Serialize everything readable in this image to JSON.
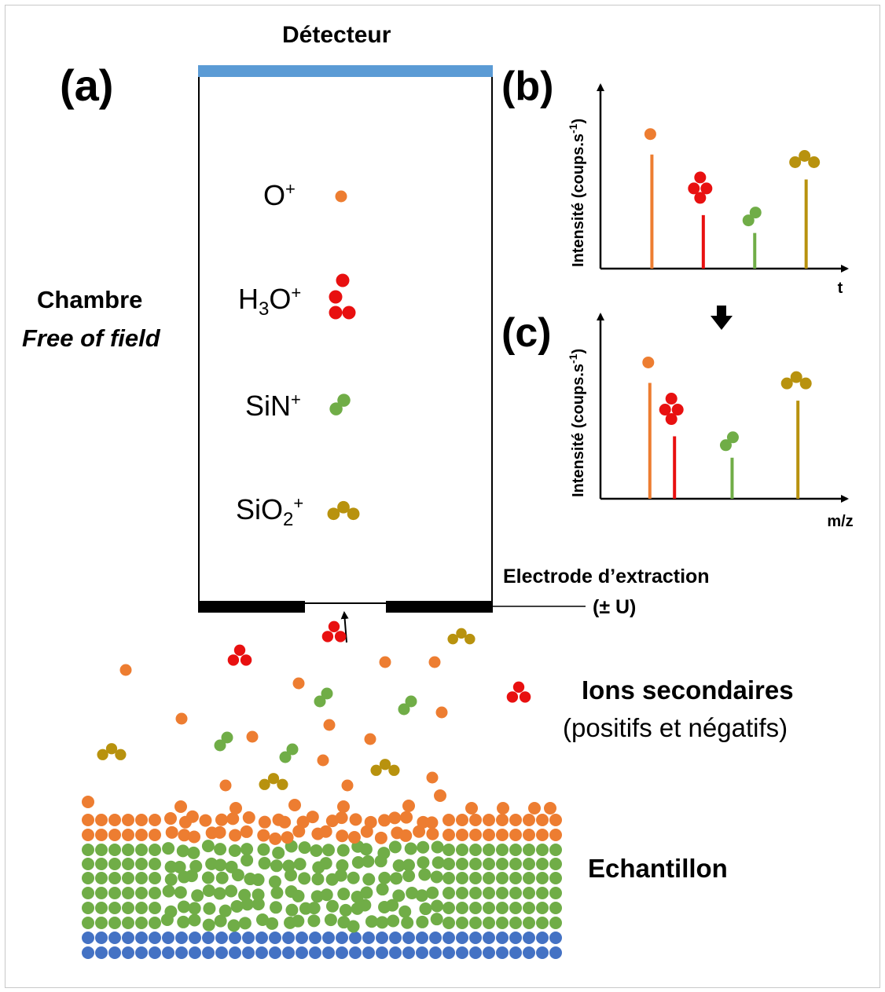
{
  "labels": {
    "detector": "Détecteur",
    "panel_a": "(a)",
    "panel_b": "(b)",
    "panel_c": "(c)",
    "chamber": "Chambre",
    "chamber_sub": "Free of field",
    "electrode": "Electrode d’extraction",
    "electrode_voltage": "(± U)",
    "secondary_ions": "Ions secondaires",
    "secondary_ions_sub": "(positifs et négatifs)",
    "sample": "Echantillon"
  },
  "ions": [
    {
      "base": "O",
      "sub": "",
      "sup": "+",
      "color": "#ED7D31",
      "atoms": 1
    },
    {
      "base": "H",
      "sub": "3",
      "base2": "O",
      "sup": "+",
      "color": "#E81010",
      "atoms": 3
    },
    {
      "base": "SiN",
      "sub": "",
      "sup": "+",
      "color": "#70AD47",
      "atoms": 2
    },
    {
      "base": "SiO",
      "sub": "2",
      "sup": "+",
      "color": "#B8920E",
      "atoms": 3
    }
  ],
  "colors": {
    "O": "#ED7D31",
    "H3O": "#E81010",
    "SiN": "#70AD47",
    "SiO2": "#B8920E",
    "substrate": "#4472C4",
    "detector": "#5B9BD5"
  },
  "chart_data": [
    {
      "type": "bar",
      "panel": "(b)",
      "xlabel": "t",
      "ylabel": "Intensité (coups.s-1)",
      "categories": [
        "O+",
        "H3O+",
        "SiN+",
        "SiO2+"
      ],
      "x": [
        1,
        2,
        3,
        4
      ],
      "values": [
        0.64,
        0.3,
        0.2,
        0.5
      ],
      "xlim": [
        0,
        4.8
      ],
      "ylim": [
        0,
        1
      ],
      "colors": [
        "#ED7D31",
        "#E81010",
        "#70AD47",
        "#B8920E"
      ]
    },
    {
      "type": "bar",
      "panel": "(c)",
      "xlabel": "m/z",
      "ylabel": "Intensité (coups.s-1)",
      "categories": [
        "O+",
        "H3O+",
        "SiN+",
        "SiO2+"
      ],
      "x": [
        16,
        19,
        26,
        34
      ],
      "values": [
        0.65,
        0.35,
        0.23,
        0.55
      ],
      "xlim": [
        10,
        40
      ],
      "ylim": [
        0,
        1
      ],
      "colors": [
        "#ED7D31",
        "#E81010",
        "#70AD47",
        "#B8920E"
      ]
    }
  ]
}
